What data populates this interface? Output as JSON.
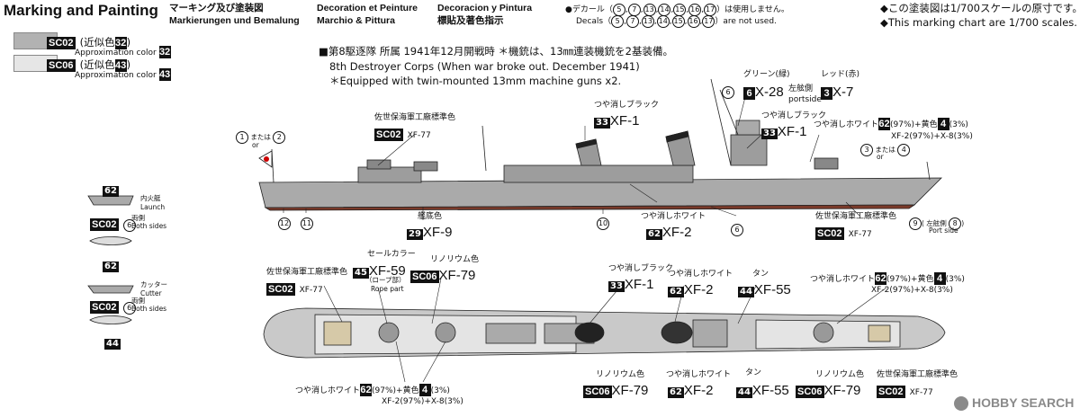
{
  "title": "Marking and Painting",
  "headers": {
    "ja": "マーキング及び塗装図",
    "de": "Markierungen und Bemalung",
    "fr": "Decoration et Peinture",
    "it": "Marchio & Pittura",
    "es": "Decoracion y Pintura",
    "zh": "標貼及著色指示"
  },
  "decal_note": {
    "ja_pre": "●デカール（",
    "ja_post": "）は使用しません。",
    "en_pre": "Decals（",
    "en_post": "）are not used.",
    "circles": [
      "5",
      "7",
      "13",
      "14",
      "15",
      "16",
      "17"
    ]
  },
  "top_right_notes": [
    "◆この塗装図は1/700スケールの原寸です。",
    "◆This marking chart are 1/700 scales."
  ],
  "legend": [
    {
      "code": "SC02",
      "ja": "(近似色",
      "num": "32",
      "ja_close": ")",
      "en": "Approximation color",
      "color": "#b2b2b2"
    },
    {
      "code": "SC06",
      "ja": "(近似色",
      "num": "43",
      "ja_close": ")",
      "en": "Approximation color",
      "color": "#e6e6e6"
    }
  ],
  "ship_note": {
    "line1": "■第8駆逐隊 所属 1941年12月開戦時 ＊機銃は、13㎜連装機銃を2基装備。",
    "line2": "8th Destroyer Corps (When war broke out. December 1941)",
    "line3": "＊Equipped with twin-mounted 13mm machine guns x2."
  },
  "side_view": {
    "green": {
      "ja": "グリーン(緑)",
      "num": "6",
      "code": "X-28"
    },
    "red": {
      "ja": "レッド(赤)",
      "num": "3",
      "code": "X-7"
    },
    "portside_ja": "左舷側",
    "portside_en": "portside",
    "hull_left": {
      "ja": "佐世保海軍工廠標準色",
      "code": "SC02",
      "sub": "XF-77"
    },
    "flat_black": {
      "ja": "つや消しブラック",
      "num": "33",
      "code": "XF-1"
    },
    "flat_black_2": {
      "ja": "つや消しブラック",
      "num": "33",
      "code": "XF-1"
    },
    "flat_white_mix": {
      "ja": "つや消しホワイト",
      "num": "62",
      "pct": "(97%)+",
      "yellow": "黄色",
      "num2": "4",
      "pct2": "(3%)",
      "sub": "XF-2(97%)+X-8(3%)"
    },
    "hull_red": {
      "ja": "艦底色",
      "num": "29",
      "code": "XF-9"
    },
    "flat_white": {
      "ja": "つや消しホワイト",
      "num": "62",
      "code": "XF-2"
    },
    "hull_right": {
      "ja": "佐世保海軍工廠標準色",
      "code": "SC02",
      "sub": "XF-77"
    },
    "c1": "1",
    "c2": "2",
    "c3": "3",
    "c4": "4",
    "or_ja": "または",
    "or_en": "or",
    "c6": "6",
    "c9": "9",
    "c8": "8",
    "c10": "10",
    "c11": "11",
    "c12": "12",
    "portside_side_ja": "左舷側",
    "portside_side_en": "Port side"
  },
  "boats": {
    "launch_num": "62",
    "launch_ja": "内火艇",
    "launch_en": "Launch",
    "both_ja": "両側",
    "both_en": "Both sides",
    "code": "SC02",
    "c6": "6",
    "launch_num2": "62",
    "cutter_ja": "カッター",
    "cutter_en": "Cutter",
    "cutter_num": "44"
  },
  "top_view": {
    "sail_ja": "セールカラー",
    "sail_num": "45",
    "sail_code": "XF-59",
    "rope_ja": "（ロープ部）",
    "rope_en": "Rope part",
    "lino_ja": "リノリウム色",
    "lino_code": "SC06",
    "lino_xf": "XF-79",
    "left_hull": {
      "ja": "佐世保海軍工廠標準色",
      "code": "SC02",
      "sub": "XF-77"
    },
    "black": {
      "ja": "つや消しブラック",
      "num": "33",
      "code": "XF-1"
    },
    "white": {
      "ja": "つや消しホワイト",
      "num": "62",
      "code": "XF-2"
    },
    "tan": {
      "ja": "タン",
      "num": "44",
      "code": "XF-55"
    },
    "mix_top": {
      "ja": "つや消しホワイト",
      "num": "62",
      "pct": "(97%)+",
      "yellow": "黄色",
      "num2": "4",
      "pct2": "(3%)",
      "sub": "XF-2(97%)+X-8(3%)"
    },
    "mix_bottom": {
      "ja": "つや消しホワイト",
      "num": "62",
      "pct": "(97%)+",
      "yellow": "黄色",
      "num2": "4",
      "pct2": "(3%)",
      "sub": "XF-2(97%)+X-8(3%)"
    },
    "lino_b": {
      "ja": "リノリウム色",
      "code": "SC06",
      "xf": "XF-79"
    },
    "white_b": {
      "ja": "つや消しホワイト",
      "num": "62",
      "code": "XF-2"
    },
    "tan_b": {
      "ja": "タン",
      "num": "44",
      "code": "XF-55"
    },
    "lino_b2": {
      "ja": "リノリウム色",
      "code": "SC06",
      "xf": "XF-79"
    },
    "hull_b": {
      "ja": "佐世保海軍工廠標準色",
      "code": "SC02",
      "sub": "XF-77"
    }
  },
  "watermark": "HOBBY SEARCH"
}
